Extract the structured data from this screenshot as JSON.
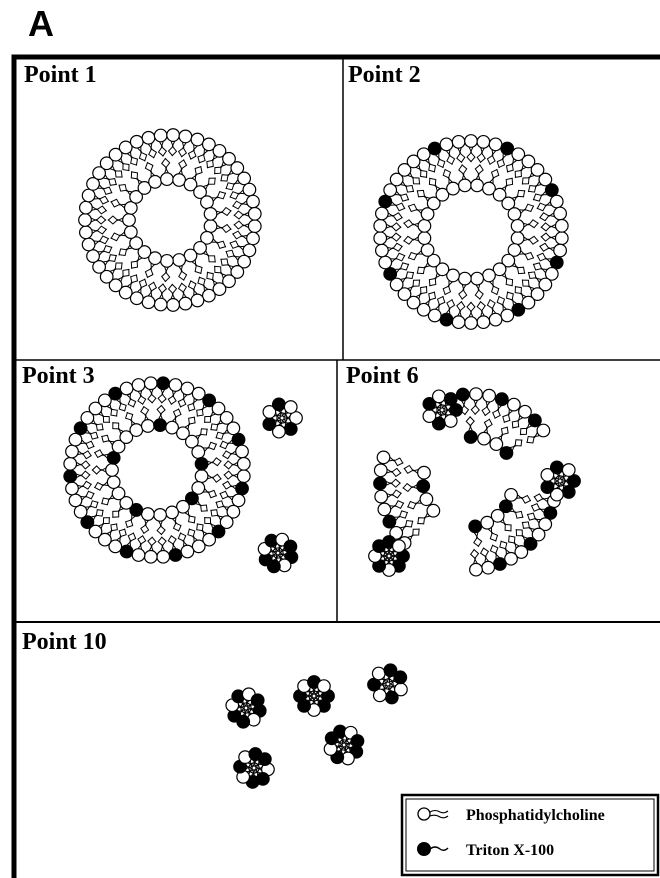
{
  "figure_label": "A",
  "panels": [
    {
      "id": "p1",
      "label": "Point 1"
    },
    {
      "id": "p2",
      "label": "Point 2"
    },
    {
      "id": "p3",
      "label": "Point 3"
    },
    {
      "id": "p6",
      "label": "Point 6"
    },
    {
      "id": "p10",
      "label": "Point 10"
    }
  ],
  "legend": [
    {
      "label": "Phosphatidylcholine",
      "icon": "open-circle-lipid-icon"
    },
    {
      "label": "Triton X-100",
      "icon": "filled-circle-detergent-icon"
    }
  ],
  "colors": {
    "phosphatidylcholine": "#ffffff",
    "triton": "#000000",
    "line": "#000000"
  }
}
